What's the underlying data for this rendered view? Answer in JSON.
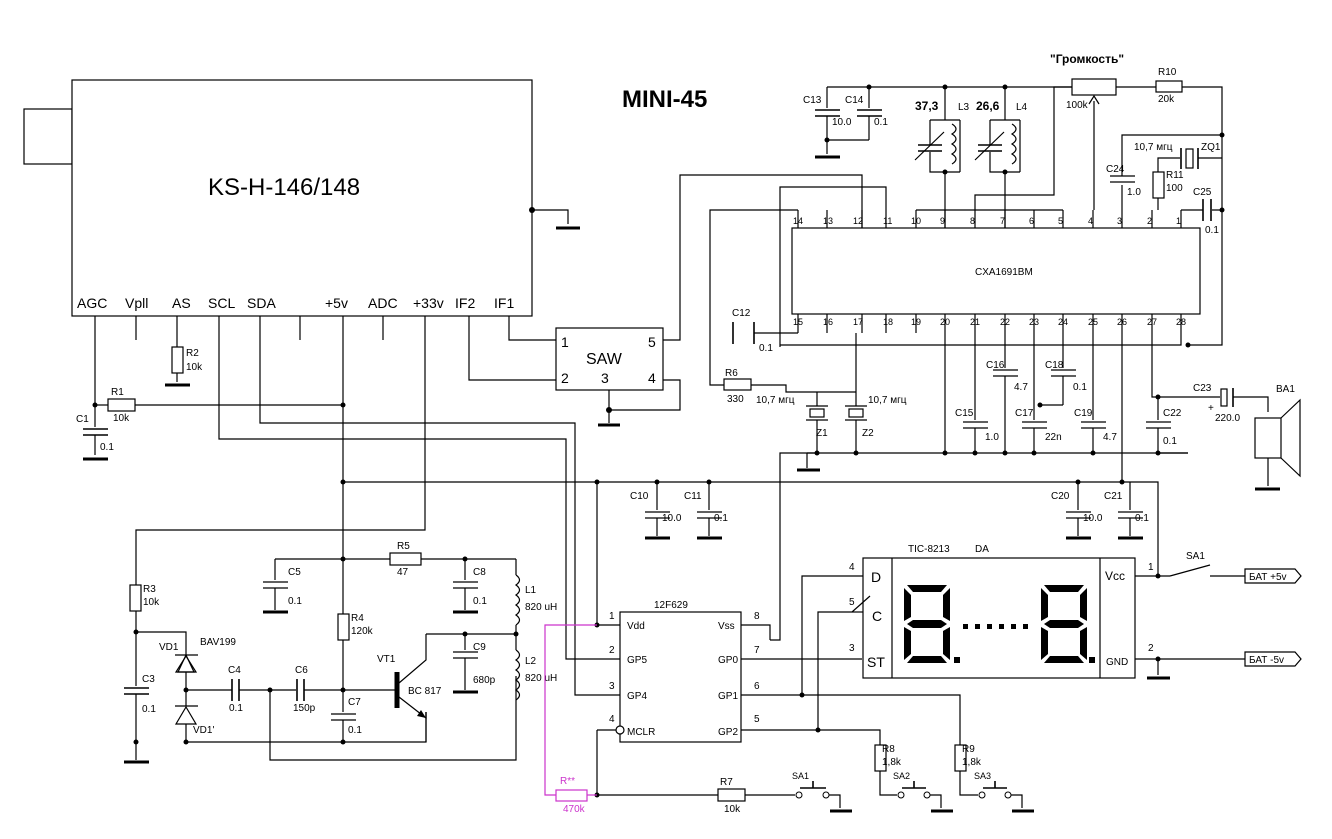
{
  "title": "MINI-45",
  "tuner": {
    "name": "KS-H-146/148",
    "pins": [
      "AGC",
      "Vpll",
      "AS",
      "SCL",
      "SDA",
      "+5v",
      "ADC",
      "+33v",
      "IF2",
      "IF1"
    ]
  },
  "saw": {
    "name": "SAW",
    "pins": [
      "1",
      "2",
      "3",
      "4",
      "5"
    ]
  },
  "ic_cxa": {
    "name": "CXA1691BM",
    "top_pins": [
      "14",
      "13",
      "12",
      "11",
      "10",
      "9",
      "8",
      "7",
      "6",
      "5",
      "4",
      "3",
      "2",
      "1"
    ],
    "bottom_pins": [
      "15",
      "16",
      "17",
      "18",
      "19",
      "20",
      "21",
      "22",
      "23",
      "24",
      "25",
      "26",
      "27",
      "28"
    ]
  },
  "ic_pic": {
    "name": "12F629",
    "pin_numbers": [
      "1",
      "2",
      "3",
      "4",
      "8",
      "7",
      "6",
      "5"
    ],
    "left_pins": [
      "Vdd",
      "GP5",
      "GP4",
      "MCLR"
    ],
    "right_pins": [
      "Vss",
      "GP0",
      "GP1",
      "GP2"
    ]
  },
  "display": {
    "name": "TIC-8213",
    "tag": "DA",
    "left_pins": [
      "D",
      "C",
      "ST"
    ],
    "right_pins": [
      "Vcc",
      "GND"
    ],
    "pin_numbers": [
      "4",
      "5",
      "3",
      "1",
      "2"
    ]
  },
  "volume": {
    "label": "\"Громкость\"",
    "value": "100k"
  },
  "coils": [
    {
      "ref": "L3",
      "freq": "37,3"
    },
    {
      "ref": "L4",
      "freq": "26,6"
    }
  ],
  "components": {
    "C13": "C13",
    "C14": "C14",
    "C13_val": "10.0",
    "C14_val": "0.1",
    "R10": "R10",
    "R10_val": "20k",
    "C24": "C24",
    "C24_val": "1.0",
    "R11": "R11",
    "R11_val": "100",
    "ZQ1": "ZQ1",
    "ZQ1_freq": "10,7 мгц",
    "C25": "C25",
    "C25_val": "0.1",
    "C12": "C12",
    "C12_val": "0.1",
    "R6": "R6",
    "R6_val": "330",
    "Z1": "Z1",
    "Z1_freq": "10,7 мгц",
    "Z2": "Z2",
    "Z2_freq": "10,7 мгц",
    "C15": "C15",
    "C15_val": "1.0",
    "C16": "C16",
    "C16_val": "4.7",
    "C17": "C17",
    "C17_val": "22n",
    "C18": "C18",
    "C18_val": "0.1",
    "C19": "C19",
    "C19_val": "4.7",
    "C22": "C22",
    "C22_val": "0.1",
    "C23": "C23",
    "C23_val": "220.0",
    "BA1": "BA1",
    "R2": "R2",
    "R2_val": "10k",
    "R1": "R1",
    "R1_val": "10k",
    "C1": "C1",
    "C1_val": "0.1",
    "C10": "C10",
    "C10_val": "10.0",
    "C11": "C11",
    "C11_val": "0.1",
    "C20": "C20",
    "C20_val": "10.0",
    "C21": "C21",
    "C21_val": "0.1",
    "R3": "R3",
    "R3_val": "10k",
    "C3": "C3",
    "C3_val": "0.1",
    "VD1": "VD1",
    "VD1b": "VD1'",
    "VD_type": "BAV199",
    "C4": "C4",
    "C4_val": "0.1",
    "C6": "C6",
    "C6_val": "150p",
    "C5": "C5",
    "C5_val": "0.1",
    "R5": "R5",
    "R5_val": "47",
    "C8": "C8",
    "C8_val": "0.1",
    "L1": "L1",
    "L1_val": "820 uH",
    "R4": "R4",
    "R4_val": "120k",
    "VT1": "VT1",
    "VT1_type": "BC 817",
    "C7": "C7",
    "C7_val": "0.1",
    "C9": "C9",
    "C9_val": "680p",
    "L2": "L2",
    "L2_val": "820 uH",
    "Rx": "R**",
    "Rx_val": "470k",
    "R7": "R7",
    "R7_val": "10k",
    "R8": "R8",
    "R8_val": "1,8k",
    "R9": "R9",
    "R9_val": "1,8k",
    "SA1": "SA1",
    "SA2": "SA2",
    "SA3": "SA3",
    "SA1_power": "SA1"
  },
  "battery": {
    "plus": "БАТ +5v",
    "minus": "БАТ -5v"
  },
  "colors": {
    "wire": "#000000",
    "highlight": "#cc33cc"
  }
}
